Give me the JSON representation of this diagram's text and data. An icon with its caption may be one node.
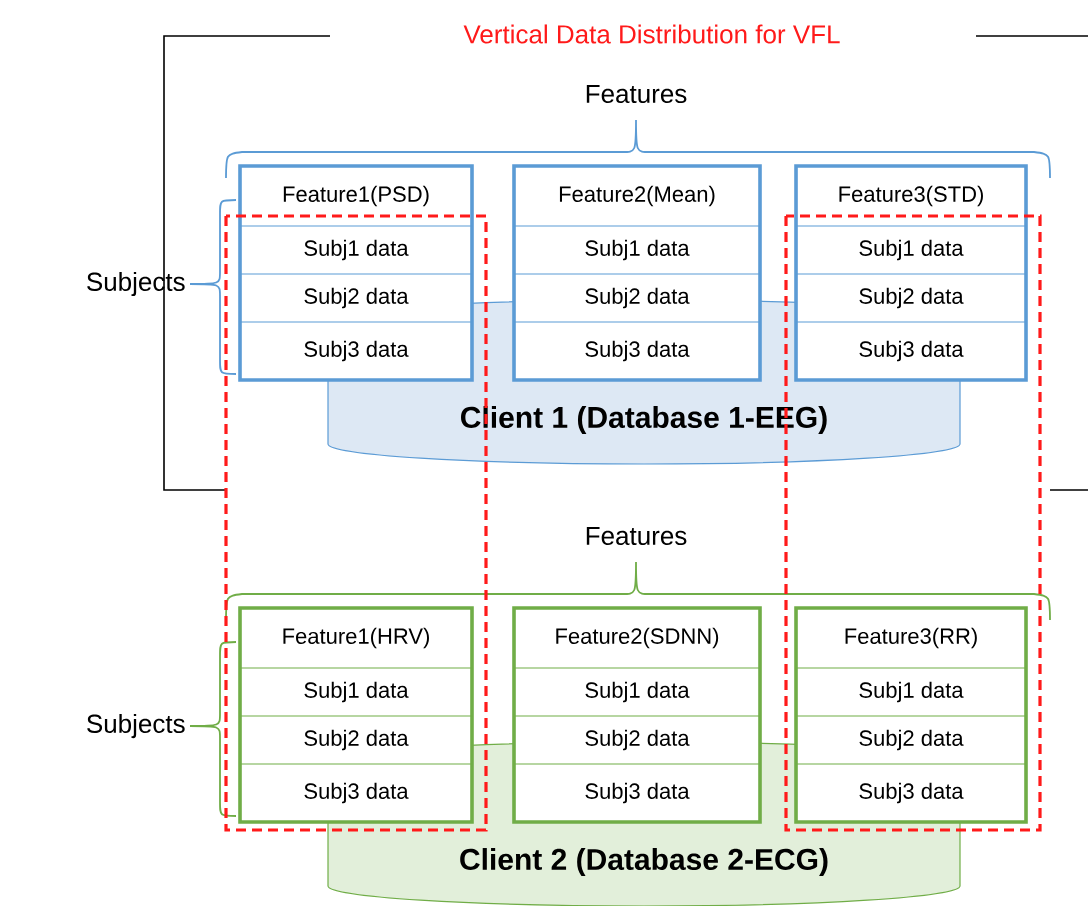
{
  "diagram": {
    "title": "Vertical Data Distribution for VFL",
    "nodes": [
      {
        "text": [
          "Feature1(PSD)",
          "Subj1 data",
          "Subj2 data",
          "Subj3 data"
        ]
      },
      {
        "text": [
          "Feature2(Mean)",
          "Subj1 data",
          "Subj2 data",
          "Subj3 data"
        ]
      },
      {
        "text": [
          "Feature3(STD)",
          "Subj1 data",
          "Subj2 data",
          "Subj3 data"
        ]
      },
      {
        "text": [
          "Client 1 (Database 1-EEG)"
        ]
      },
      {
        "text": [
          "Feature1(HRV)",
          "Subj1 data",
          "Subj2 data",
          "Subj3 data"
        ]
      },
      {
        "text": [
          "Feature2(SDNN)",
          "Subj1 data",
          "Subj2 data",
          "Subj3 data"
        ]
      },
      {
        "text": [
          "Feature3(RR)",
          "Subj1 data",
          "Subj2 data",
          "Subj3 data"
        ]
      },
      {
        "text": [
          "Client 2 (Database 2-ECG)"
        ]
      }
    ],
    "labels": [
      "Features",
      "Subjects",
      "Features",
      "Subjects"
    ]
  }
}
